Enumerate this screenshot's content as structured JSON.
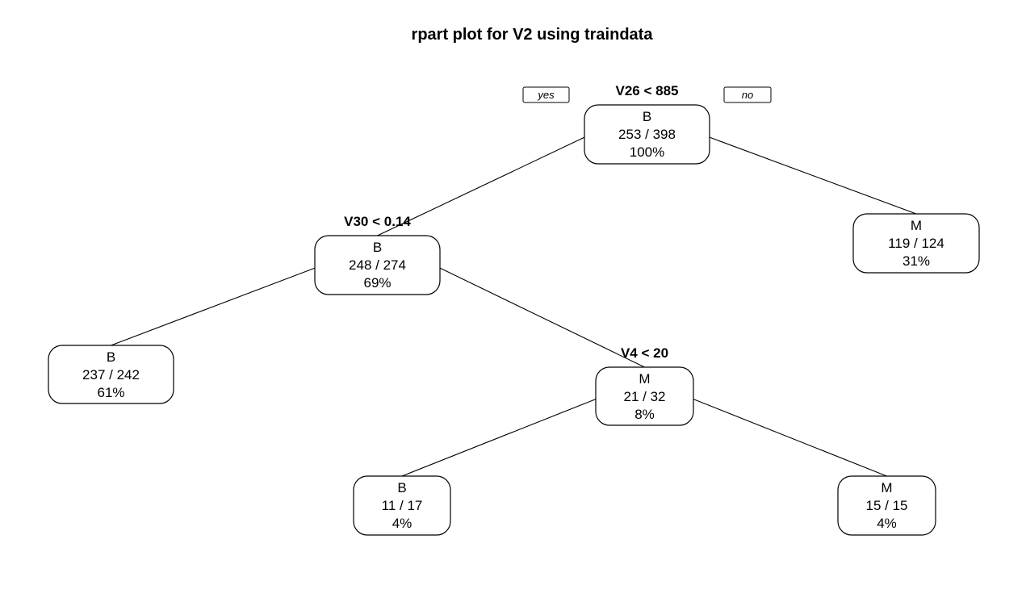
{
  "title": "rpart plot for V2 using traindata",
  "edge_labels": {
    "yes": "yes",
    "no": "no"
  },
  "nodes": [
    {
      "id": "root",
      "class": "B",
      "counts": "253 / 398",
      "percent": "100%",
      "split": "V26 < 885",
      "parent": null
    },
    {
      "id": "n2",
      "class": "B",
      "counts": "248 / 274",
      "percent": "69%",
      "split": "V30 < 0.14",
      "parent": "root"
    },
    {
      "id": "n3",
      "class": "M",
      "counts": "119 / 124",
      "percent": "31%",
      "split": "",
      "parent": "root"
    },
    {
      "id": "n4",
      "class": "B",
      "counts": "237 / 242",
      "percent": "61%",
      "split": "",
      "parent": "n2"
    },
    {
      "id": "n5",
      "class": "M",
      "counts": "21 / 32",
      "percent": "8%",
      "split": "V4 < 20",
      "parent": "n2"
    },
    {
      "id": "n10",
      "class": "B",
      "counts": "11 / 17",
      "percent": "4%",
      "split": "",
      "parent": "n5"
    },
    {
      "id": "n11",
      "class": "M",
      "counts": "15 / 15",
      "percent": "4%",
      "split": "",
      "parent": "n5"
    }
  ]
}
